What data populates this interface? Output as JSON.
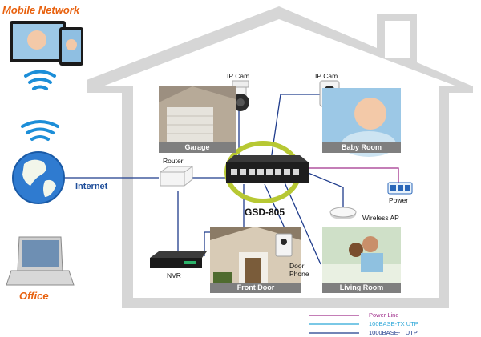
{
  "labels": {
    "mobile_network": "Mobile Network",
    "office": "Office",
    "internet": "Internet",
    "router": "Router",
    "nvr": "NVR",
    "ip_cam_1": "IP Cam",
    "ip_cam_2": "IP Cam",
    "switch_model": "GSD-805",
    "power": "Power",
    "wireless_ap": "Wireless AP",
    "door_phone": "Door\nPhone"
  },
  "rooms": {
    "garage": "Garage",
    "baby_room": "Baby Room",
    "front_door": "Front Door",
    "living_room": "Living Room"
  },
  "legend": [
    {
      "label": "Power Line",
      "color": "#a0308c"
    },
    {
      "label": "100BASE-TX UTP",
      "color": "#2aa6d8"
    },
    {
      "label": "1000BASE-T UTP",
      "color": "#1f3c8c"
    }
  ],
  "colors": {
    "accent_orange": "#e8610e",
    "house_gray": "#b9b9b9",
    "switch_ring": "#b7c833",
    "wifi_blue": "#1c8ed8"
  }
}
